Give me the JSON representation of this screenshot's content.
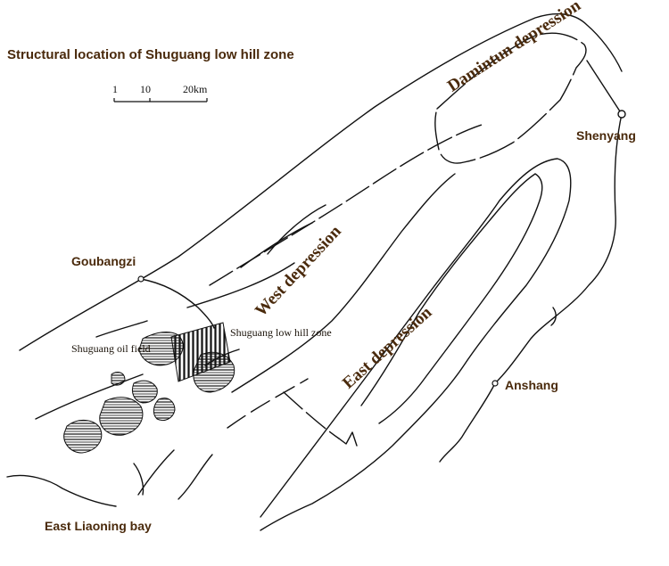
{
  "title": "Structural location of Shuguang low hill zone",
  "scale": {
    "labels": [
      "1",
      "10",
      "20km"
    ]
  },
  "places": {
    "shenyang": "Shenyang",
    "goubangzi": "Goubangzi",
    "anshang": "Anshang",
    "east_liaoning_bay": "East Liaoning bay"
  },
  "regions": {
    "damintun": "Damintun depression",
    "west": "West depression",
    "east": "East depression"
  },
  "features": {
    "shuguang_oil_field": "Shuguang oil field",
    "shuguang_low_hill_zone": "Shuguang low hill zone"
  },
  "colors": {
    "label_text": "#4a2a0c",
    "line": "#111111"
  }
}
